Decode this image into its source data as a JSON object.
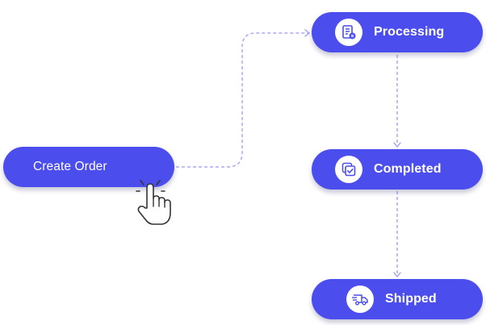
{
  "diagram": {
    "type": "order-status-flow",
    "colors": {
      "node": "#4b4ded",
      "connector": "#a9a9f5",
      "text": "#ffffff",
      "cursor": "#333333"
    },
    "nodes": [
      {
        "id": "create",
        "label": "Create Order",
        "icon": "none"
      },
      {
        "id": "processing",
        "label": "Processing",
        "icon": "document-list-icon"
      },
      {
        "id": "completed",
        "label": "Completed",
        "icon": "checked-stack-icon"
      },
      {
        "id": "shipped",
        "label": "Shipped",
        "icon": "delivery-truck-icon"
      }
    ],
    "edges": [
      {
        "from": "create",
        "to": "processing",
        "style": "dashed"
      },
      {
        "from": "processing",
        "to": "completed",
        "style": "dashed"
      },
      {
        "from": "completed",
        "to": "shipped",
        "style": "dashed"
      }
    ],
    "cursor": {
      "icon": "pointer-hand-click-icon",
      "target": "create"
    }
  }
}
